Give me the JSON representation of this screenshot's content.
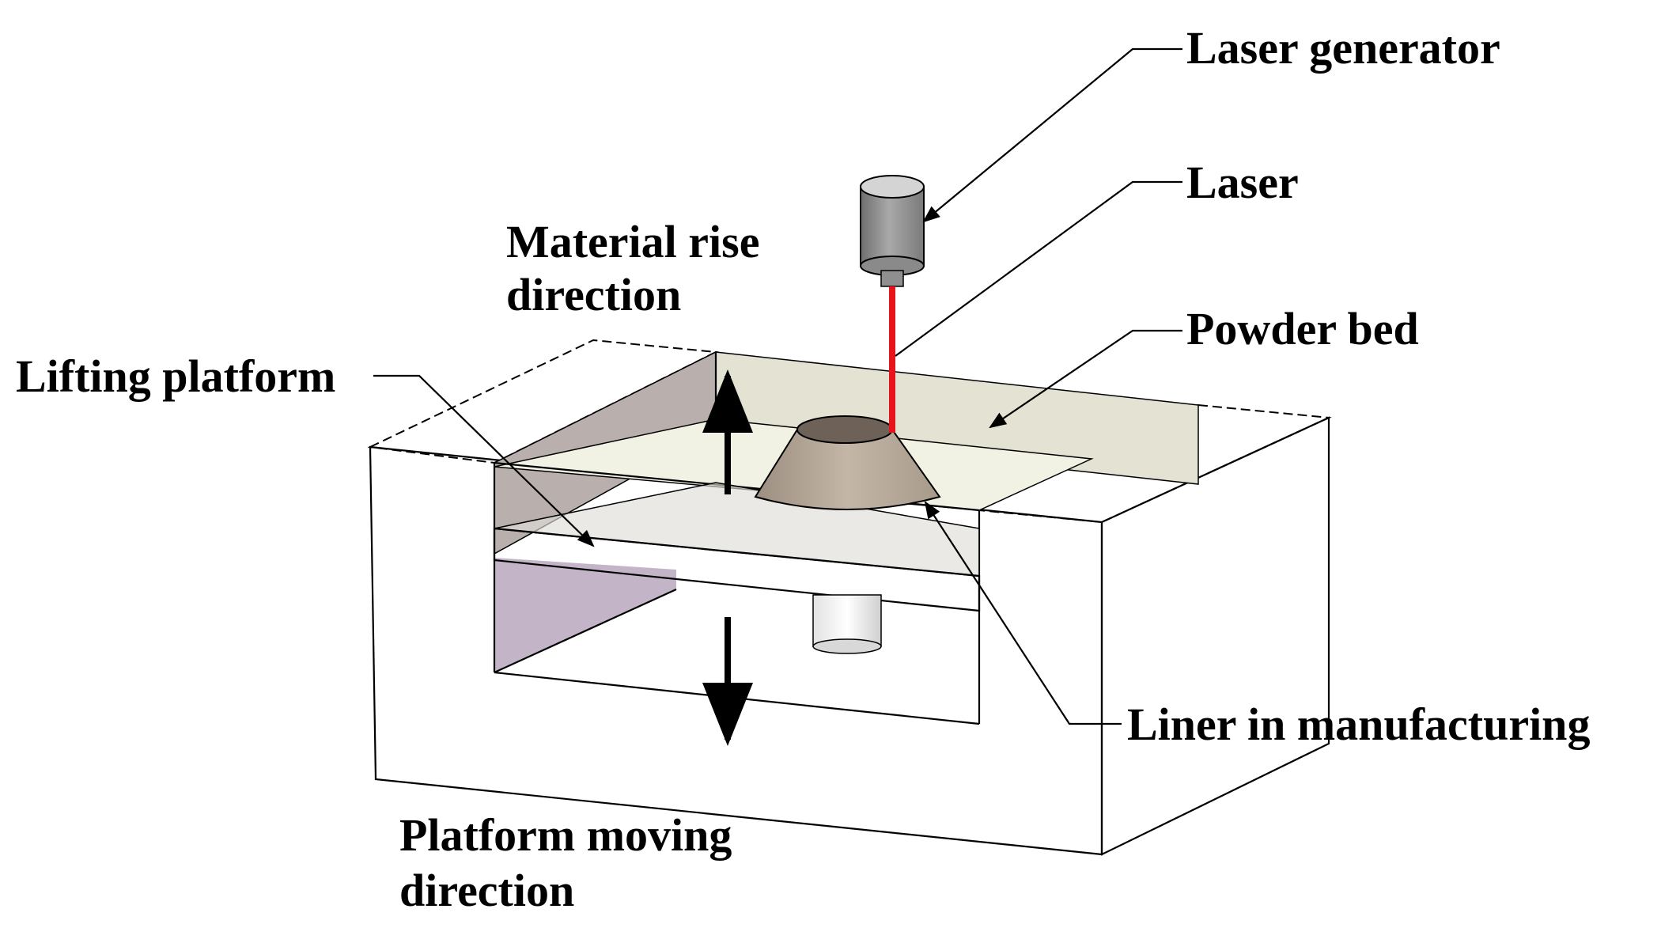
{
  "labels": {
    "laser_generator": "Laser generator",
    "laser": "Laser",
    "powder_bed": "Powder bed",
    "material_rise_line1": "Material rise",
    "material_rise_line2": "direction",
    "lifting_platform": "Lifting platform",
    "liner_in_manufacturing": "Liner in manufacturing",
    "platform_moving_line1": "Platform moving",
    "platform_moving_line2": "direction"
  },
  "colors": {
    "laser_beam": "#e8141c",
    "machine_side_face": "#c4b4c8",
    "powder_surface": "#f2f2e4",
    "chamber_wall": "#b9b0ad",
    "liner_part": "#b2a493",
    "generator_body": "#8c8c8c"
  }
}
